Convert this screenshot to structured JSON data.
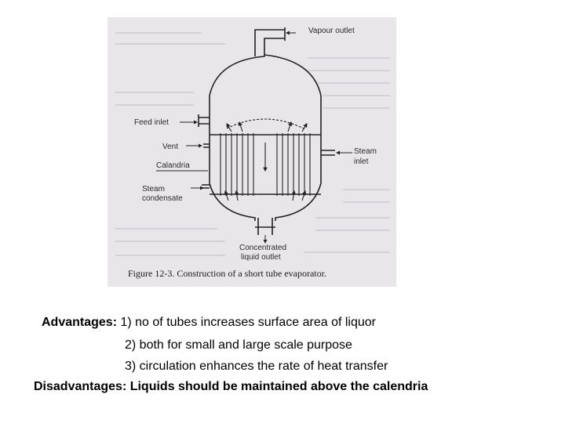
{
  "figure": {
    "labels": {
      "vapour_outlet": "Vapour outlet",
      "feed_inlet": "Feed inlet",
      "vent": "Vent",
      "calandria": "Calandria",
      "steam_line1": "Steam",
      "steam_line2": "condensate",
      "steam_inlet_line1": "Steam",
      "steam_inlet_line2": "inlet",
      "outlet_line1": "Concentrated",
      "outlet_line2": "liquid outlet"
    },
    "caption": "Figure 12-3. Construction of a short tube evaporator."
  },
  "text": {
    "advantages_heading": "Advantages:",
    "advantage_1": "1) no of tubes increases surface area of liquor",
    "advantage_2": "2) both for small and large scale purpose",
    "advantage_3": "3) circulation enhances the rate of heat transfer",
    "disadvantages": "Disadvantages: Liquids should be maintained above the calendria"
  }
}
